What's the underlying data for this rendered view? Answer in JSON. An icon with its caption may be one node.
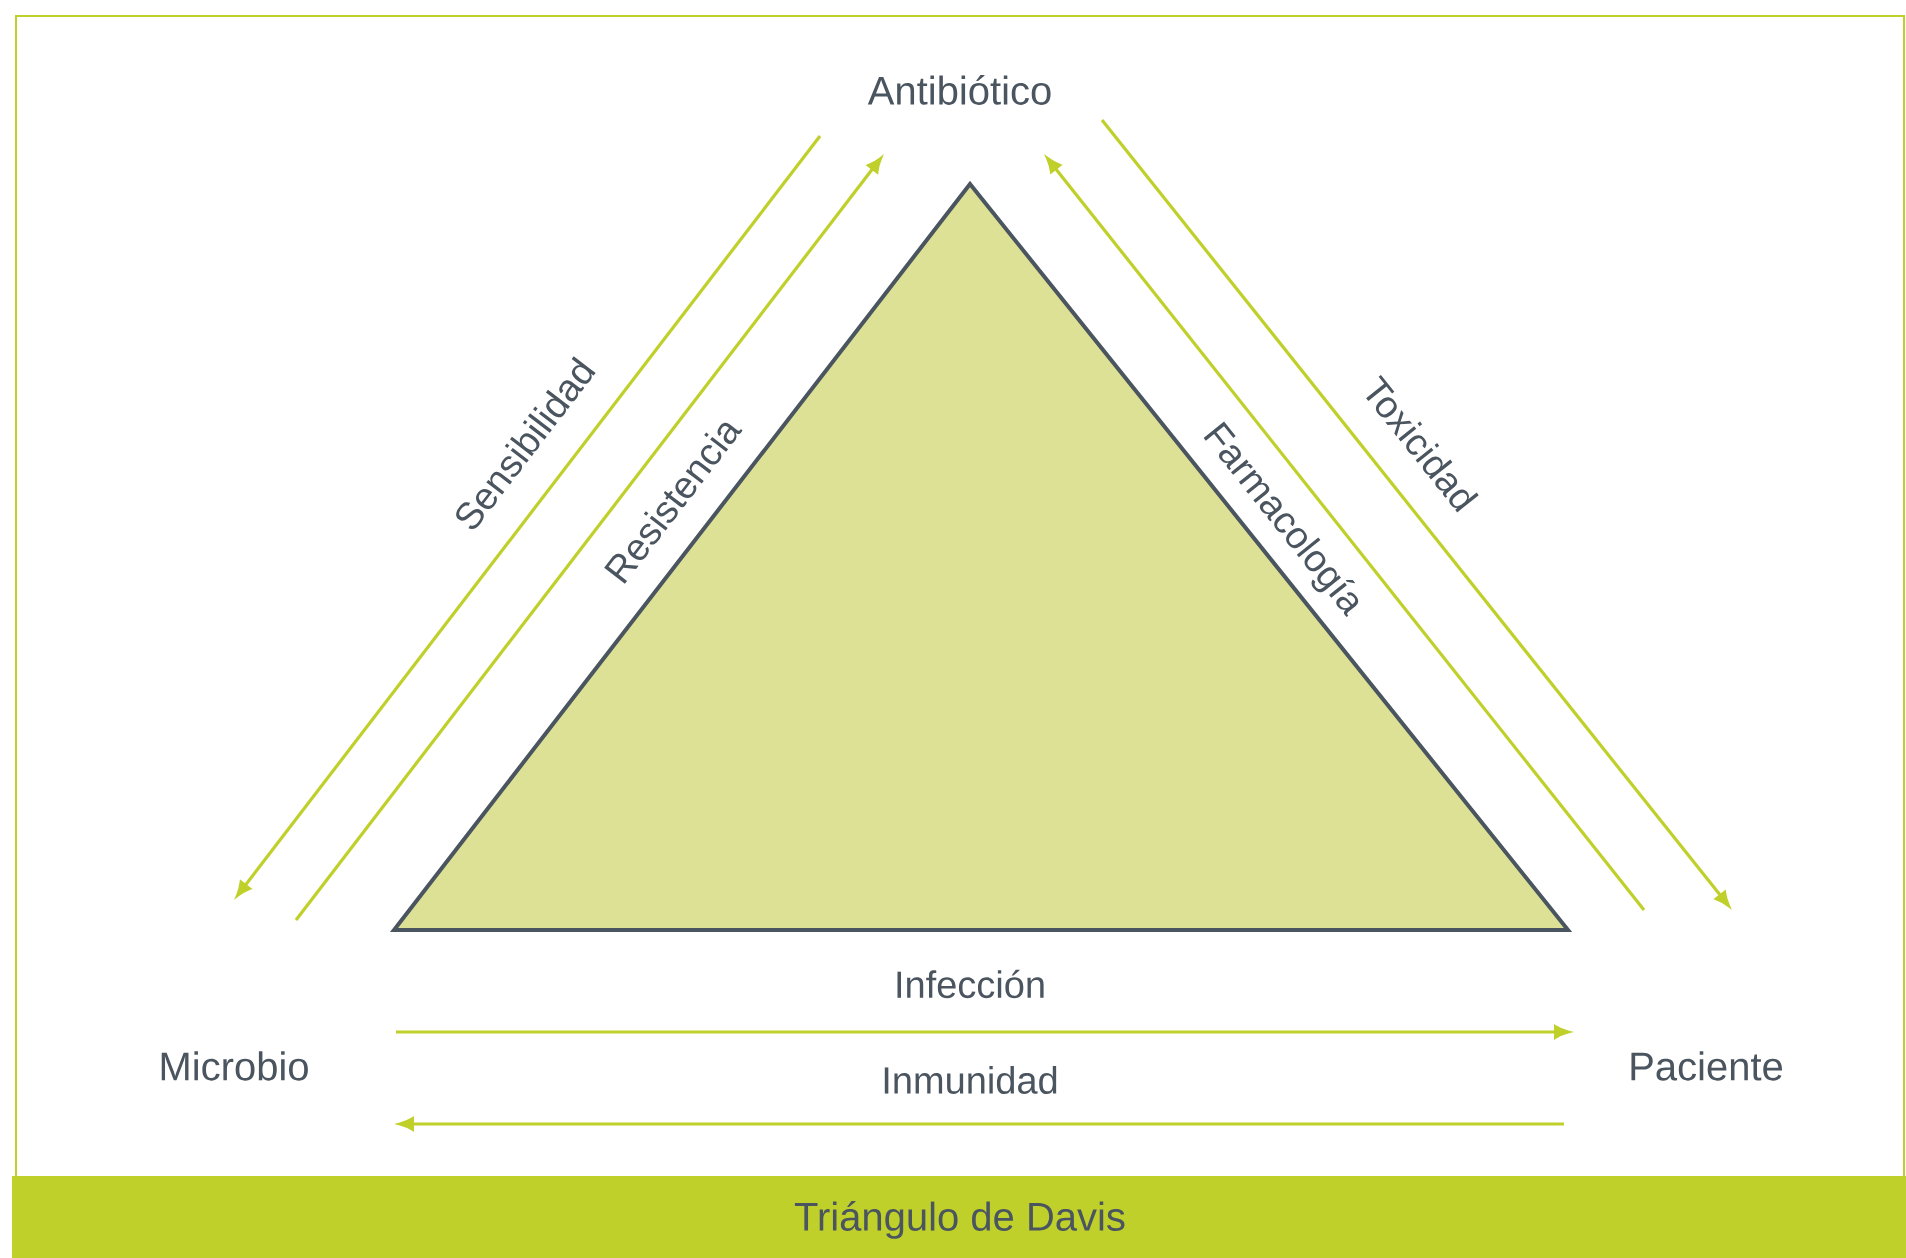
{
  "diagram": {
    "title": "Triángulo de Davis",
    "nodes": [
      {
        "text": [
          "Antibiótico"
        ]
      },
      {
        "text": [
          "Microbio"
        ]
      },
      {
        "text": [
          "Paciente"
        ]
      }
    ],
    "edges": [
      {
        "from": 0,
        "to": 1,
        "arrow": "to",
        "label": "Sensibilidad"
      },
      {
        "from": 1,
        "to": 0,
        "arrow": "to",
        "label": "Resistencia"
      },
      {
        "from": 0,
        "to": 2,
        "arrow": "to",
        "label": "Toxicidad"
      },
      {
        "from": 2,
        "to": 0,
        "arrow": "to",
        "label": "Farmacología"
      },
      {
        "from": 1,
        "to": 2,
        "arrow": "to",
        "label": "Infección"
      },
      {
        "from": 2,
        "to": 1,
        "arrow": "to",
        "label": "Inmunidad"
      }
    ]
  }
}
